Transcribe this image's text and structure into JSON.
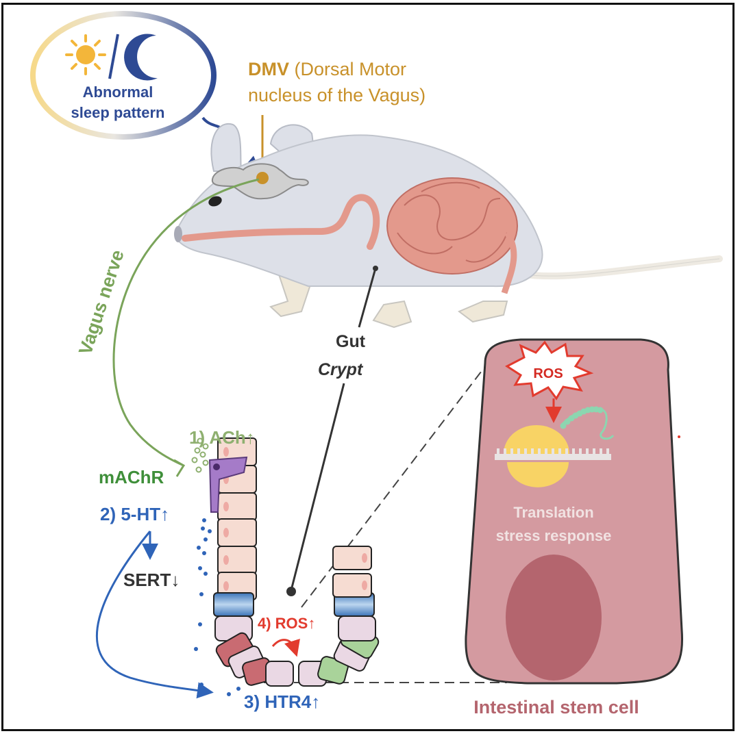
{
  "figure": {
    "type": "graphical-abstract",
    "sleep_bubble": {
      "icons": [
        "sun-icon",
        "moon-icon"
      ],
      "separator": "/",
      "line1": "Abnormal",
      "line2": "sleep pattern"
    },
    "dmv_label": {
      "bold": "DMV",
      "rest_line1": " (Dorsal Motor",
      "line2": "nucleus of the Vagus)"
    },
    "vagus_nerve_label": "Vagus nerve",
    "gut_label": "Gut",
    "crypt_label": "Crypt",
    "steps": {
      "ach": {
        "text": "1) ACh",
        "arrow": "↑"
      },
      "machr": {
        "text": "mAChR"
      },
      "serotonin": {
        "text": "2) 5-HT",
        "arrow": "↑"
      },
      "sert": {
        "text": "SERT",
        "arrow": "↓"
      },
      "htr4": {
        "text": "3) HTR4",
        "arrow": "↑"
      },
      "ros": {
        "text": "4) ROS",
        "arrow": "↑"
      }
    },
    "stem_cell_panel": {
      "ros_burst": "ROS",
      "line1": "Translation",
      "line2": "stress response",
      "caption": "Intestinal stem cell"
    },
    "colors": {
      "sleep_blue": "#2e4a94",
      "sun_yellow": "#f3b63a",
      "dmv_gold": "#c8912a",
      "vagus_green": "#7aa45a",
      "machr_green": "#3f8f3a",
      "serotonin_blue": "#2f64b8",
      "ros_red": "#e23b2e",
      "stem_cell_fill": "#d49aa0",
      "nucleus_fill": "#b4656e",
      "caption_rose": "#b4656e",
      "gut_pink": "#e3998c",
      "mouse_grey": "#dde0e8"
    }
  }
}
